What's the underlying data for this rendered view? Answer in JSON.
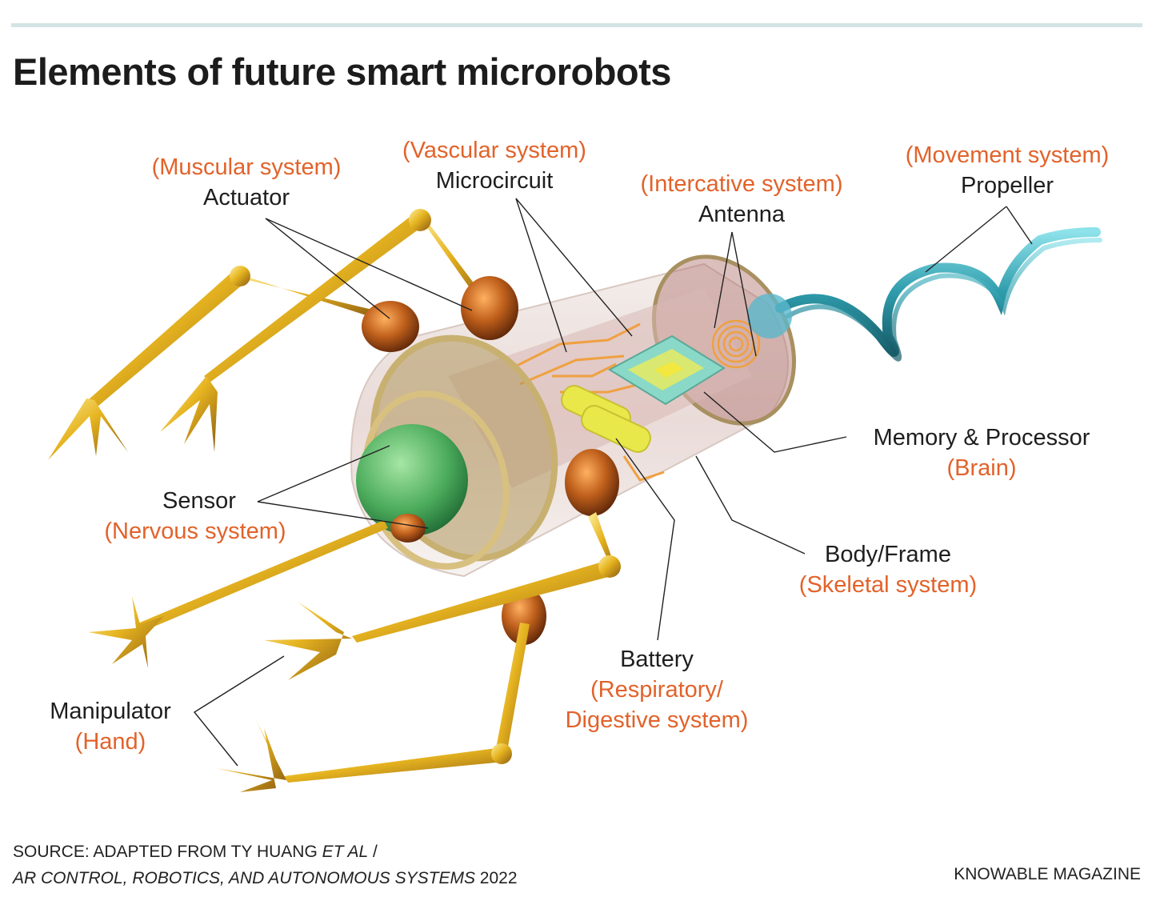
{
  "header": {
    "title": "Elements of future smart microrobots",
    "rule_color": "#d3e4e4"
  },
  "colors": {
    "label_text": "#1e1e1e",
    "system_text": "#e2622a",
    "gold_limb": "#e0b020",
    "copper_actuator": "#b8561a",
    "propeller_teal": "#3aa6b6",
    "sensor_green": "#5cb86a",
    "battery_yellow": "#e8e84a",
    "circuit_orange": "#f0a040",
    "chip_teal": "#8ad8c8"
  },
  "labels": {
    "actuator": {
      "name": "Actuator",
      "system": "(Muscular system)"
    },
    "microcircuit": {
      "name": "Microcircuit",
      "system": "(Vascular system)"
    },
    "antenna": {
      "name": "Antenna",
      "system": "(Intercative system)"
    },
    "propeller": {
      "name": "Propeller",
      "system": "(Movement system)"
    },
    "memory": {
      "name": "Memory & Processor",
      "system": "(Brain)"
    },
    "sensor": {
      "name": "Sensor",
      "system": "(Nervous system)"
    },
    "body": {
      "name": "Body/Frame",
      "system": "(Skeletal system)"
    },
    "battery": {
      "name": "Battery",
      "system_line1": "(Respiratory/",
      "system_line2": "Digestive system)"
    },
    "manipulator": {
      "name": "Manipulator",
      "system": "(Hand)"
    }
  },
  "footer": {
    "source_prefix": "SOURCE: ADAPTED FROM TY HUANG ",
    "source_italic": "ET AL",
    "source_suffix": " /",
    "journal_italic": "AR CONTROL, ROBOTICS, AND AUTONOMOUS SYSTEMS",
    "year": " 2022",
    "credit": "KNOWABLE MAGAZINE"
  }
}
